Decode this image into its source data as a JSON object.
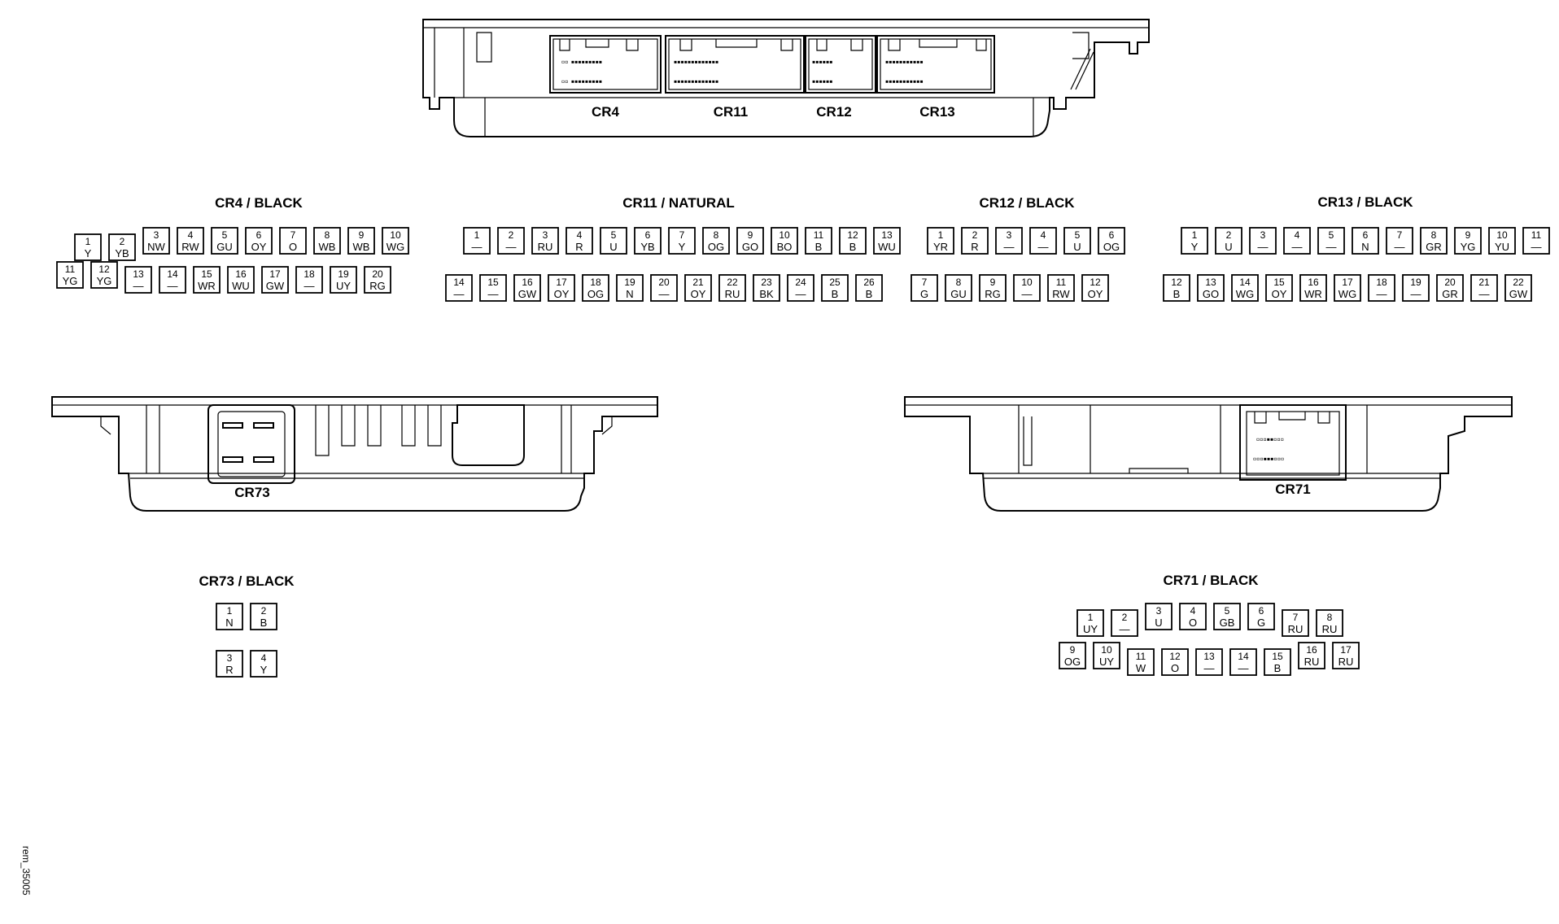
{
  "reference": "rem_35005",
  "views": {
    "top": {
      "labels": [
        "CR4",
        "CR11",
        "CR12",
        "CR13"
      ]
    },
    "bottom_left": {
      "label": "CR73"
    },
    "bottom_right": {
      "label": "CR71"
    }
  },
  "connectors": [
    {
      "id": "cr4",
      "title": "CR4 / BLACK",
      "pins": [
        {
          "n": "1",
          "c": "Y"
        },
        {
          "n": "2",
          "c": "YB"
        },
        {
          "n": "3",
          "c": "NW"
        },
        {
          "n": "4",
          "c": "RW"
        },
        {
          "n": "5",
          "c": "GU"
        },
        {
          "n": "6",
          "c": "OY"
        },
        {
          "n": "7",
          "c": "O"
        },
        {
          "n": "8",
          "c": "WB"
        },
        {
          "n": "9",
          "c": "WB"
        },
        {
          "n": "10",
          "c": "WG"
        },
        {
          "n": "11",
          "c": "YG"
        },
        {
          "n": "12",
          "c": "YG"
        },
        {
          "n": "13",
          "c": "—"
        },
        {
          "n": "14",
          "c": "—"
        },
        {
          "n": "15",
          "c": "WR"
        },
        {
          "n": "16",
          "c": "WU"
        },
        {
          "n": "17",
          "c": "GW"
        },
        {
          "n": "18",
          "c": "—"
        },
        {
          "n": "19",
          "c": "UY"
        },
        {
          "n": "20",
          "c": "RG"
        }
      ]
    },
    {
      "id": "cr11",
      "title": "CR11 / NATURAL",
      "pins": [
        {
          "n": "1",
          "c": "—"
        },
        {
          "n": "2",
          "c": "—"
        },
        {
          "n": "3",
          "c": "RU"
        },
        {
          "n": "4",
          "c": "R"
        },
        {
          "n": "5",
          "c": "U"
        },
        {
          "n": "6",
          "c": "YB"
        },
        {
          "n": "7",
          "c": "Y"
        },
        {
          "n": "8",
          "c": "OG"
        },
        {
          "n": "9",
          "c": "GO"
        },
        {
          "n": "10",
          "c": "BO"
        },
        {
          "n": "11",
          "c": "B"
        },
        {
          "n": "12",
          "c": "B"
        },
        {
          "n": "13",
          "c": "WU"
        },
        {
          "n": "14",
          "c": "—"
        },
        {
          "n": "15",
          "c": "—"
        },
        {
          "n": "16",
          "c": "GW"
        },
        {
          "n": "17",
          "c": "OY"
        },
        {
          "n": "18",
          "c": "OG"
        },
        {
          "n": "19",
          "c": "N"
        },
        {
          "n": "20",
          "c": "—"
        },
        {
          "n": "21",
          "c": "OY"
        },
        {
          "n": "22",
          "c": "RU"
        },
        {
          "n": "23",
          "c": "BK"
        },
        {
          "n": "24",
          "c": "—"
        },
        {
          "n": "25",
          "c": "B"
        },
        {
          "n": "26",
          "c": "B"
        }
      ]
    },
    {
      "id": "cr12",
      "title": "CR12 / BLACK",
      "pins": [
        {
          "n": "1",
          "c": "YR"
        },
        {
          "n": "2",
          "c": "R"
        },
        {
          "n": "3",
          "c": "—"
        },
        {
          "n": "4",
          "c": "—"
        },
        {
          "n": "5",
          "c": "U"
        },
        {
          "n": "6",
          "c": "OG"
        },
        {
          "n": "7",
          "c": "G"
        },
        {
          "n": "8",
          "c": "GU"
        },
        {
          "n": "9",
          "c": "RG"
        },
        {
          "n": "10",
          "c": "—"
        },
        {
          "n": "11",
          "c": "RW"
        },
        {
          "n": "12",
          "c": "OY"
        }
      ]
    },
    {
      "id": "cr13",
      "title": "CR13 / BLACK",
      "pins": [
        {
          "n": "1",
          "c": "Y"
        },
        {
          "n": "2",
          "c": "U"
        },
        {
          "n": "3",
          "c": "—"
        },
        {
          "n": "4",
          "c": "—"
        },
        {
          "n": "5",
          "c": "—"
        },
        {
          "n": "6",
          "c": "N"
        },
        {
          "n": "7",
          "c": "—"
        },
        {
          "n": "8",
          "c": "GR"
        },
        {
          "n": "9",
          "c": "YG"
        },
        {
          "n": "10",
          "c": "YU"
        },
        {
          "n": "11",
          "c": "—"
        },
        {
          "n": "12",
          "c": "B"
        },
        {
          "n": "13",
          "c": "GO"
        },
        {
          "n": "14",
          "c": "WG"
        },
        {
          "n": "15",
          "c": "OY"
        },
        {
          "n": "16",
          "c": "WR"
        },
        {
          "n": "17",
          "c": "WG"
        },
        {
          "n": "18",
          "c": "—"
        },
        {
          "n": "19",
          "c": "—"
        },
        {
          "n": "20",
          "c": "GR"
        },
        {
          "n": "21",
          "c": "—"
        },
        {
          "n": "22",
          "c": "GW"
        }
      ]
    },
    {
      "id": "cr73",
      "title": "CR73 / BLACK",
      "pins": [
        {
          "n": "1",
          "c": "N"
        },
        {
          "n": "2",
          "c": "B"
        },
        {
          "n": "3",
          "c": "R"
        },
        {
          "n": "4",
          "c": "Y"
        }
      ]
    },
    {
      "id": "cr71",
      "title": "CR71 / BLACK",
      "pins": [
        {
          "n": "1",
          "c": "UY"
        },
        {
          "n": "2",
          "c": "—"
        },
        {
          "n": "3",
          "c": "U"
        },
        {
          "n": "4",
          "c": "O"
        },
        {
          "n": "5",
          "c": "GB"
        },
        {
          "n": "6",
          "c": "G"
        },
        {
          "n": "7",
          "c": "RU"
        },
        {
          "n": "8",
          "c": "RU"
        },
        {
          "n": "9",
          "c": "OG"
        },
        {
          "n": "10",
          "c": "UY"
        },
        {
          "n": "11",
          "c": "W"
        },
        {
          "n": "12",
          "c": "O"
        },
        {
          "n": "13",
          "c": "—"
        },
        {
          "n": "14",
          "c": "—"
        },
        {
          "n": "15",
          "c": "B"
        },
        {
          "n": "16",
          "c": "RU"
        },
        {
          "n": "17",
          "c": "RU"
        }
      ]
    }
  ]
}
